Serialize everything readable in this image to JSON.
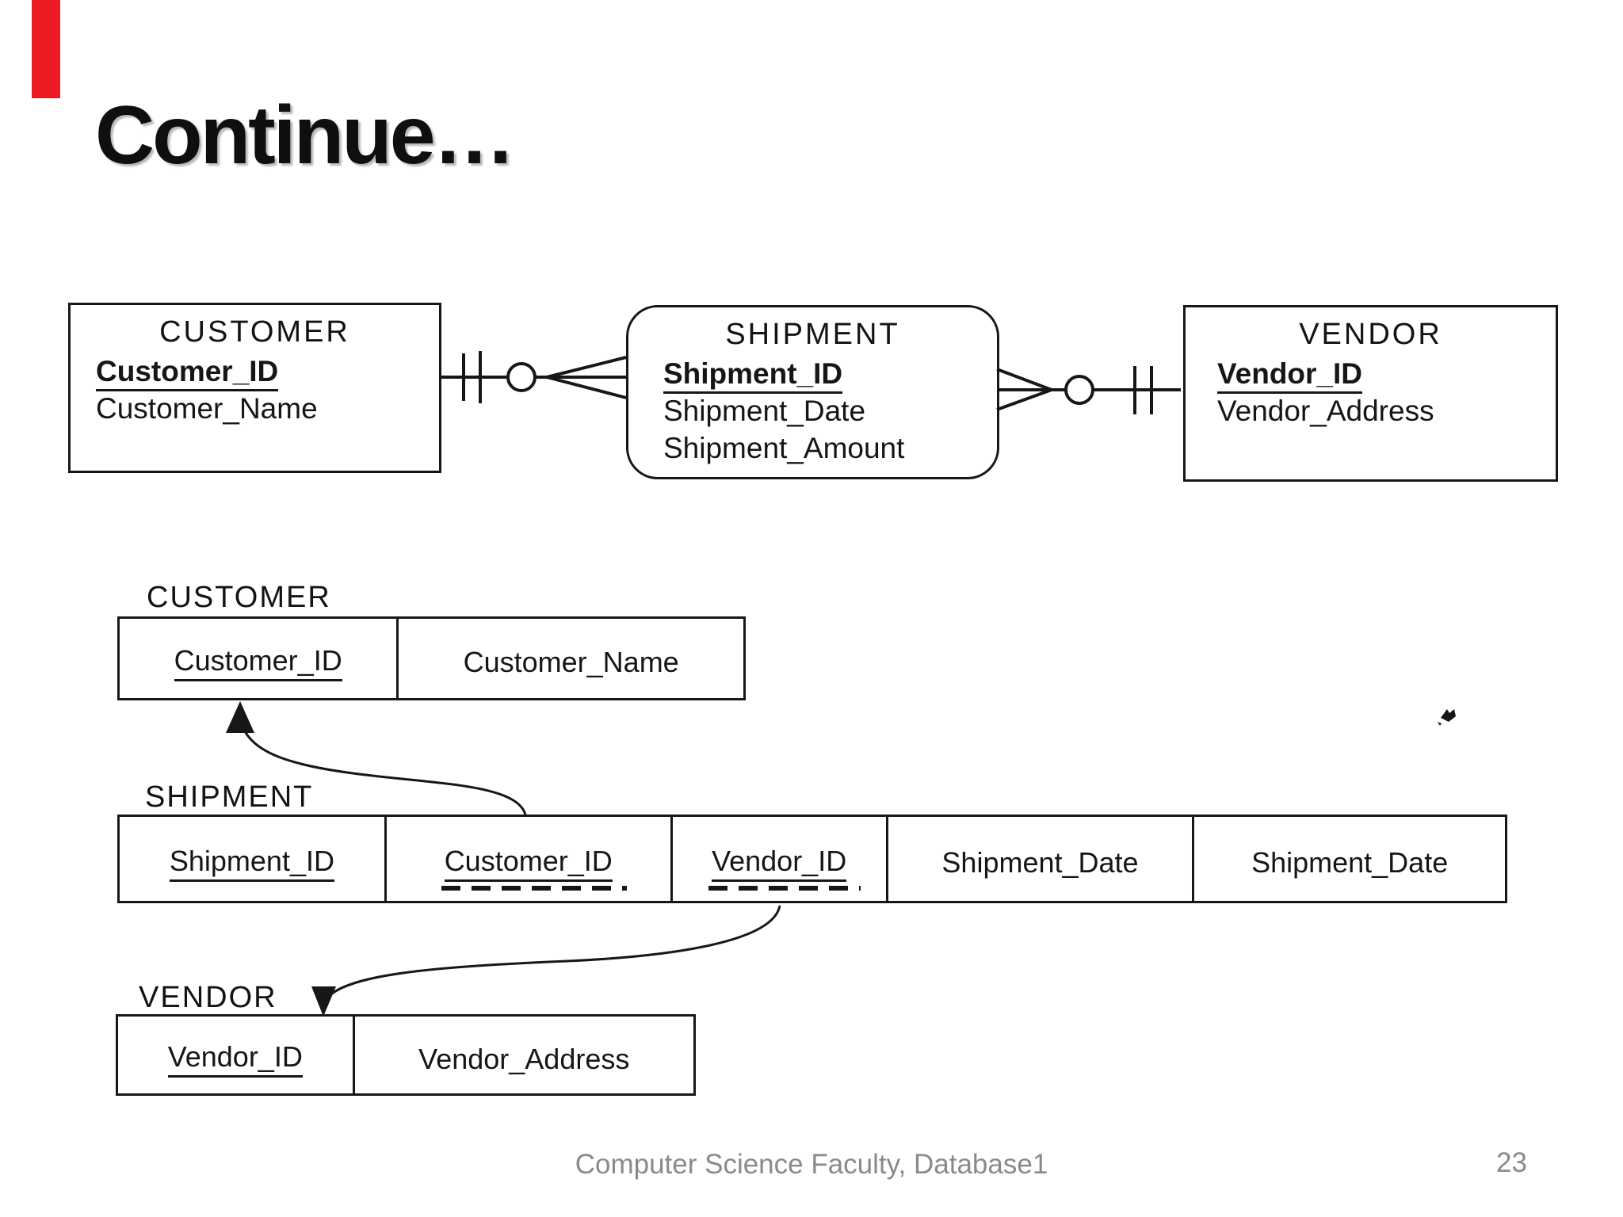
{
  "title": "Continue…",
  "red_bar_color": "#ed1c24",
  "er": {
    "entities": [
      {
        "name": "CUSTOMER",
        "shape": "rectangle",
        "attributes": [
          "Customer_ID",
          "Customer_Name"
        ]
      },
      {
        "name": "SHIPMENT",
        "shape": "rounded-rectangle",
        "attributes": [
          "Shipment_ID",
          "Shipment_Date",
          "Shipment_Amount"
        ]
      },
      {
        "name": "VENDOR",
        "shape": "rectangle",
        "attributes": [
          "Vendor_ID",
          "Vendor_Address"
        ]
      }
    ],
    "relationships": [
      {
        "from": "CUSTOMER",
        "to": "SHIPMENT",
        "notation": "one-mandatory to many-optional"
      },
      {
        "from": "SHIPMENT",
        "to": "VENDOR",
        "notation": "many-optional to one-mandatory"
      }
    ]
  },
  "schema": {
    "tables": [
      {
        "name": "CUSTOMER",
        "columns": [
          "Customer_ID",
          "Customer_Name"
        ]
      },
      {
        "name": "SHIPMENT",
        "columns": [
          "Shipment_ID",
          "Customer_ID",
          "Vendor_ID",
          "Shipment_Date",
          "Shipment_Date"
        ]
      },
      {
        "name": "VENDOR",
        "columns": [
          "Vendor_ID",
          "Vendor_Address"
        ]
      }
    ],
    "foreign_key_arrows": [
      {
        "from": "SHIPMENT.Customer_ID",
        "to": "CUSTOMER"
      },
      {
        "from": "SHIPMENT.Vendor_ID",
        "to": "VENDOR"
      }
    ]
  },
  "footer": {
    "text": "Computer Science Faculty, Database1",
    "page": "23"
  }
}
